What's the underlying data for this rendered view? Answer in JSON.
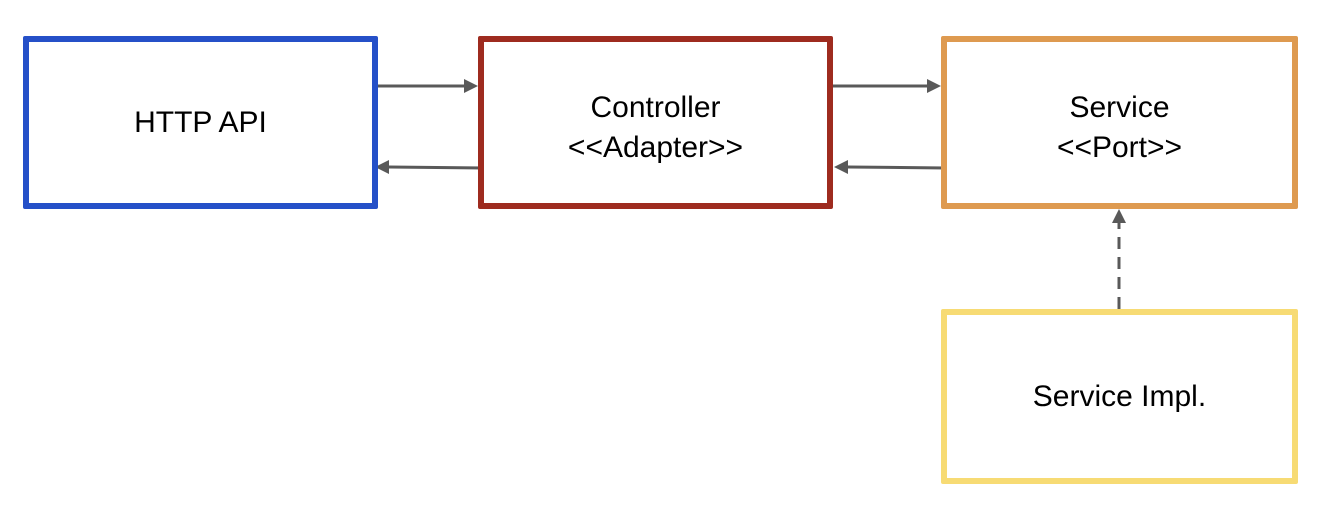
{
  "diagram": {
    "nodes": [
      {
        "id": "http_api",
        "lines": [
          "HTTP API"
        ],
        "border_color": "#2550c8"
      },
      {
        "id": "controller",
        "lines": [
          "Controller",
          "<<Adapter>>"
        ],
        "border_color": "#9e2b1f"
      },
      {
        "id": "service",
        "lines": [
          "Service",
          "<<Port>>"
        ],
        "border_color": "#de9a50"
      },
      {
        "id": "service_impl",
        "lines": [
          "Service Impl."
        ],
        "border_color": "#f7db74"
      }
    ],
    "edges": [
      {
        "from": "http_api",
        "to": "controller",
        "style": "solid"
      },
      {
        "from": "controller",
        "to": "http_api",
        "style": "solid"
      },
      {
        "from": "controller",
        "to": "service",
        "style": "solid"
      },
      {
        "from": "service",
        "to": "controller",
        "style": "solid"
      },
      {
        "from": "service_impl",
        "to": "service",
        "style": "dashed"
      }
    ],
    "edge_color": "#595959"
  }
}
